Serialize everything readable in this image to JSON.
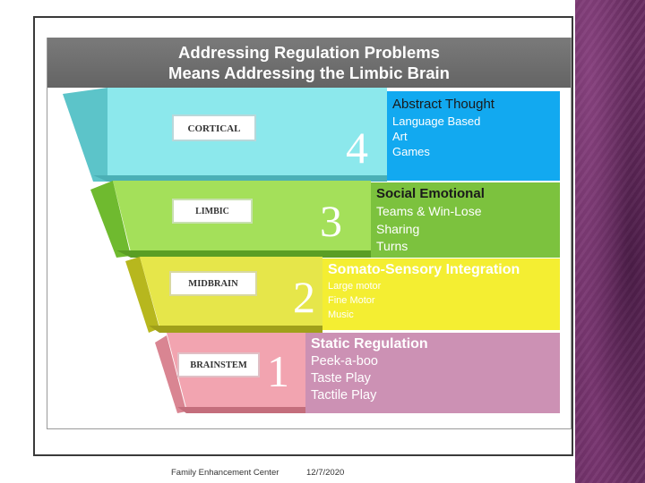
{
  "title": {
    "line1": "Addressing Regulation Problems",
    "line2": "Means Addressing the Limbic Brain"
  },
  "levels": [
    {
      "number": "4",
      "label": "CORTICAL",
      "color": "#8ce8ec",
      "heading": "Abstract Thought",
      "items": [
        "Language Based",
        "Art",
        "Games"
      ],
      "panel_color": "#12a9f0"
    },
    {
      "number": "3",
      "label": "LIMBIC",
      "color": "#a4e05a",
      "heading": "Social Emotional",
      "items": [
        "Teams & Win-Lose",
        "Sharing",
        "Turns"
      ],
      "panel_color": "#7cc23e"
    },
    {
      "number": "2",
      "label": "MIDBRAIN",
      "color": "#e6e64a",
      "heading": "Somato-Sensory Integration",
      "items": [
        "Large motor",
        "Fine Motor",
        "Music"
      ],
      "panel_color": "#f4ee32"
    },
    {
      "number": "1",
      "label": "BRAINSTEM",
      "color": "#f2a4b0",
      "heading": "Static Regulation",
      "items": [
        "Peek-a-boo",
        "Taste Play",
        "Tactile Play"
      ],
      "panel_color": "#cc91b4"
    }
  ],
  "footer": {
    "organization": "Family Enhancement Center",
    "date": "12/7/2020"
  },
  "side_panel_color": "#6a2e63"
}
